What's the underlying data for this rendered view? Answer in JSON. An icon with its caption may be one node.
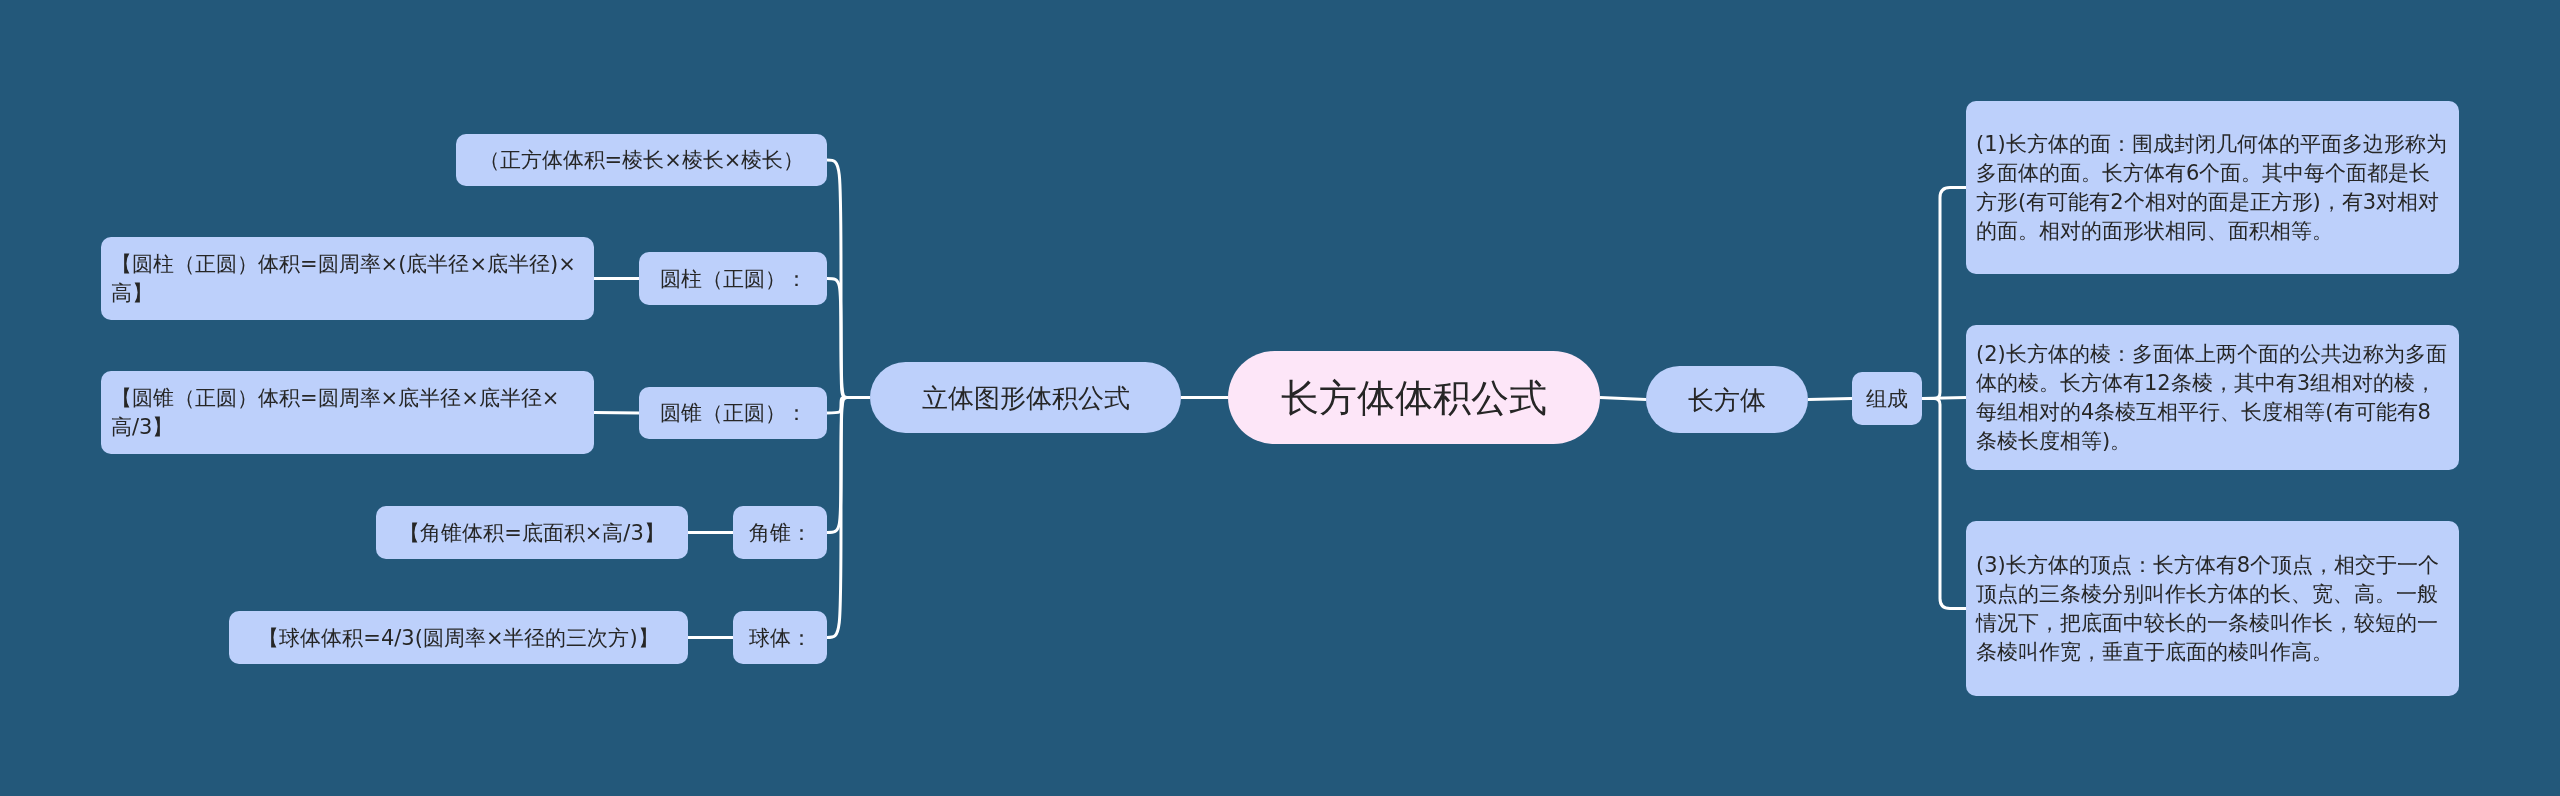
{
  "diagram": {
    "nodes": [
      {
        "text": [
          "长方体体积公式"
        ]
      },
      {
        "text": [
          "立体图形体积公式"
        ]
      },
      {
        "text": [
          "（正方体体积=棱长×棱长×棱长）"
        ]
      },
      {
        "text": [
          "圆柱（正圆）："
        ]
      },
      {
        "text": [
          "【圆柱（正圆）体积=圆周率×(底半径×底半径)×高】"
        ]
      },
      {
        "text": [
          "圆锥（正圆）："
        ]
      },
      {
        "text": [
          "【圆锥（正圆）体积=圆周率×底半径×底半径×高/3】"
        ]
      },
      {
        "text": [
          "角锥："
        ]
      },
      {
        "text": [
          "【角锥体积=底面积×高/3】"
        ]
      },
      {
        "text": [
          "球体："
        ]
      },
      {
        "text": [
          "【球体体积=4/3(圆周率×半径的三次方)】"
        ]
      },
      {
        "text": [
          "长方体"
        ]
      },
      {
        "text": [
          "组成"
        ]
      },
      {
        "text": [
          "(1)长方体的面：围成封闭几何体的平面多边形称为多面体的面。长方体有6个面。其中每个面都是长方形(有可能有2个相对的面是正方形)，有3对相对的面。相对的面形状相同、面积相等。"
        ]
      },
      {
        "text": [
          "(2)长方体的棱：多面体上两个面的公共边称为多面体的棱。长方体有12条棱，其中有3组相对的棱，每组相对的4条棱互相平行、长度相等(有可能有8条棱长度相等)。"
        ]
      },
      {
        "text": [
          "(3)长方体的顶点：长方体有8个顶点，相交于一个顶点的三条棱分别叫作长方体的长、宽、高。一般情况下，把底面中较长的一条棱叫作长，较短的一条棱叫作宽，垂直于底面的棱叫作高。"
        ]
      }
    ],
    "edges": [
      {
        "from": 0,
        "to": 1,
        "arrow": "none"
      },
      {
        "from": 1,
        "to": 2,
        "arrow": "none"
      },
      {
        "from": 1,
        "to": 3,
        "arrow": "none"
      },
      {
        "from": 1,
        "to": 5,
        "arrow": "none"
      },
      {
        "from": 1,
        "to": 7,
        "arrow": "none"
      },
      {
        "from": 1,
        "to": 9,
        "arrow": "none"
      },
      {
        "from": 3,
        "to": 4,
        "arrow": "none"
      },
      {
        "from": 5,
        "to": 6,
        "arrow": "none"
      },
      {
        "from": 7,
        "to": 8,
        "arrow": "none"
      },
      {
        "from": 9,
        "to": 10,
        "arrow": "none"
      },
      {
        "from": 0,
        "to": 11,
        "arrow": "none"
      },
      {
        "from": 11,
        "to": 12,
        "arrow": "none"
      },
      {
        "from": 12,
        "to": 13,
        "arrow": "none"
      },
      {
        "from": 12,
        "to": 14,
        "arrow": "none"
      },
      {
        "from": 12,
        "to": 15,
        "arrow": "none"
      }
    ]
  }
}
